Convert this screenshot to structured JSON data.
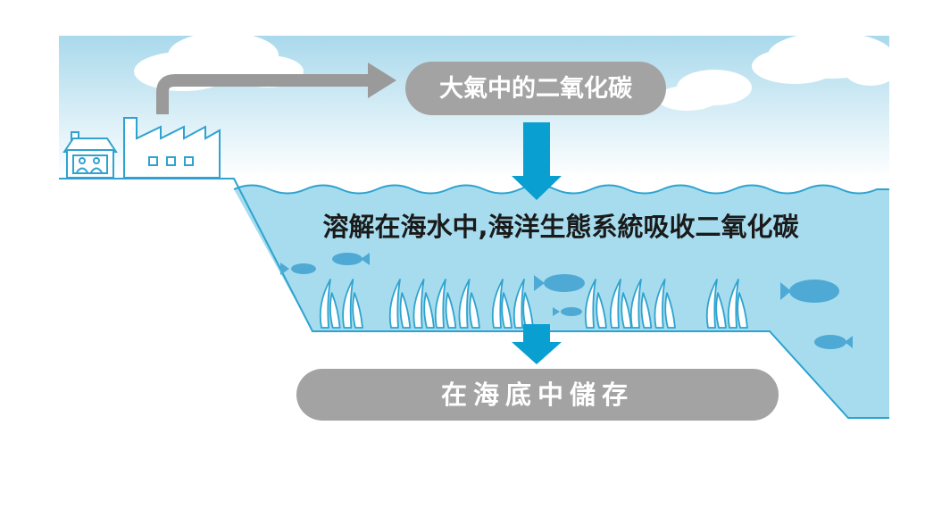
{
  "labels": {
    "atmosphere": "大氣中的二氧化碳",
    "ocean": "溶解在海水中,海洋生態系統吸收二氧化碳",
    "seabed": "在海底中儲存"
  },
  "colors": {
    "sky_top": "#a9d9ec",
    "sea": "#a6dcee",
    "sea_line": "#2ea3cf",
    "arrow_blue": "#0a9fd1",
    "arrow_grey": "#9a9a9a",
    "pill_grey": "#a3a3a3",
    "fish": "#4ea9d5",
    "weed_outline": "#2ea3cf"
  },
  "icons": [
    "house-icon",
    "factory-icon",
    "cloud-icon",
    "fish-icon",
    "seaweed-icon"
  ]
}
